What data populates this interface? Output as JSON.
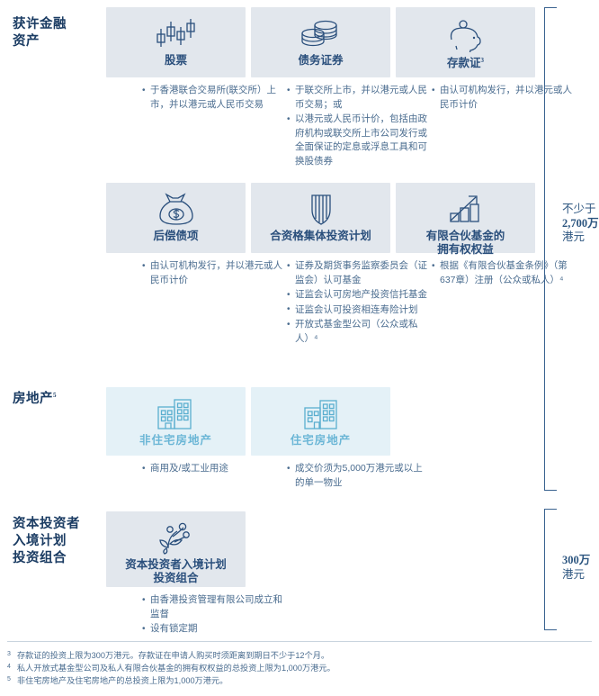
{
  "sections": [
    {
      "id": "permissible-financial-assets",
      "label": "获许金融\n资产",
      "bracket_label_line1": "不少于",
      "bracket_label_amount": "2,700万",
      "bracket_label_line3": "港元",
      "rows": [
        {
          "cards": [
            {
              "icon": "candlestick-chart-icon",
              "title": "股票",
              "bullets": [
                "于香港联合交易所(联交所）上市，并以港元或人民币交易"
              ]
            },
            {
              "icon": "coin-stack-icon",
              "title": "债务证券",
              "bullets": [
                "于联交所上市，并以港元或人民币交易；或",
                "以港元或人民币计价，包括由政府机构或联交所上市公司发行或全面保证的定息或浮息工具和可换股债券"
              ]
            },
            {
              "icon": "piggy-bank-icon",
              "title": "存款证",
              "title_sup": "3",
              "bullets": [
                "由认可机构发行，并以港元或人民币计价"
              ]
            }
          ]
        },
        {
          "cards": [
            {
              "icon": "money-bag-icon",
              "title": "后偿债项",
              "bullets": [
                "由认可机构发行，并以港元或人民币计价"
              ]
            },
            {
              "icon": "shield-icon",
              "title": "合资格集体投资计划",
              "bullets": [
                "证券及期货事务监察委员会（证监会）认可基金",
                "证监会认可房地产投资信托基金",
                "证监会认可投资相连寿险计划",
                "开放式基金型公司（公众或私人）⁴"
              ]
            },
            {
              "icon": "growth-bar-chart-icon",
              "title": "有限合伙基金的\n拥有权权益",
              "bullets": [
                "根据《有限合伙基金条例》（第637章）注册（公众或私人）⁴"
              ]
            }
          ]
        }
      ]
    },
    {
      "id": "real-estate",
      "label": "房地产",
      "label_sup": "5",
      "rows": [
        {
          "cards": [
            {
              "icon": "office-buildings-icon",
              "title": "非住宅房地产",
              "bullets": [
                "商用及/或工业用途"
              ]
            },
            {
              "icon": "residential-buildings-icon",
              "title": "住宅房地产",
              "bullets": [
                "成交价须为5,000万港元或以上的单一物业"
              ]
            }
          ]
        }
      ]
    },
    {
      "id": "cies-investment-portfolio",
      "label": "资本投资者\n入境计划\n投资组合",
      "bracket_label_amount": "300万",
      "bracket_label_line3": "港元",
      "rows": [
        {
          "cards": [
            {
              "icon": "sprout-plant-icon",
              "title": "资本投资者入境计划\n投资组合",
              "bullets": [
                "由香港投资管理有限公司成立和监督",
                "设有锁定期"
              ]
            }
          ]
        }
      ]
    }
  ],
  "footnotes": [
    {
      "marker": "3",
      "text": "存款证的投资上限为300万港元。存款证在申请人购买时须距离到期日不少于12个月。"
    },
    {
      "marker": "4",
      "text": "私人开放式基金型公司及私人有限合伙基金的拥有权权益的总投资上限为1,000万港元。"
    },
    {
      "marker": "5",
      "text": "非住宅房地产及住宅房地产的总投资上限为1,000万港元。"
    }
  ],
  "colors": {
    "card_finance_bg": "#e2e7ed",
    "card_realestate_bg": "#e4f1f7",
    "title_navy": "#2a4f7c",
    "title_teal": "#6bb6d6",
    "body_text": "#4a6c8f",
    "bracket": "#3a6390"
  }
}
